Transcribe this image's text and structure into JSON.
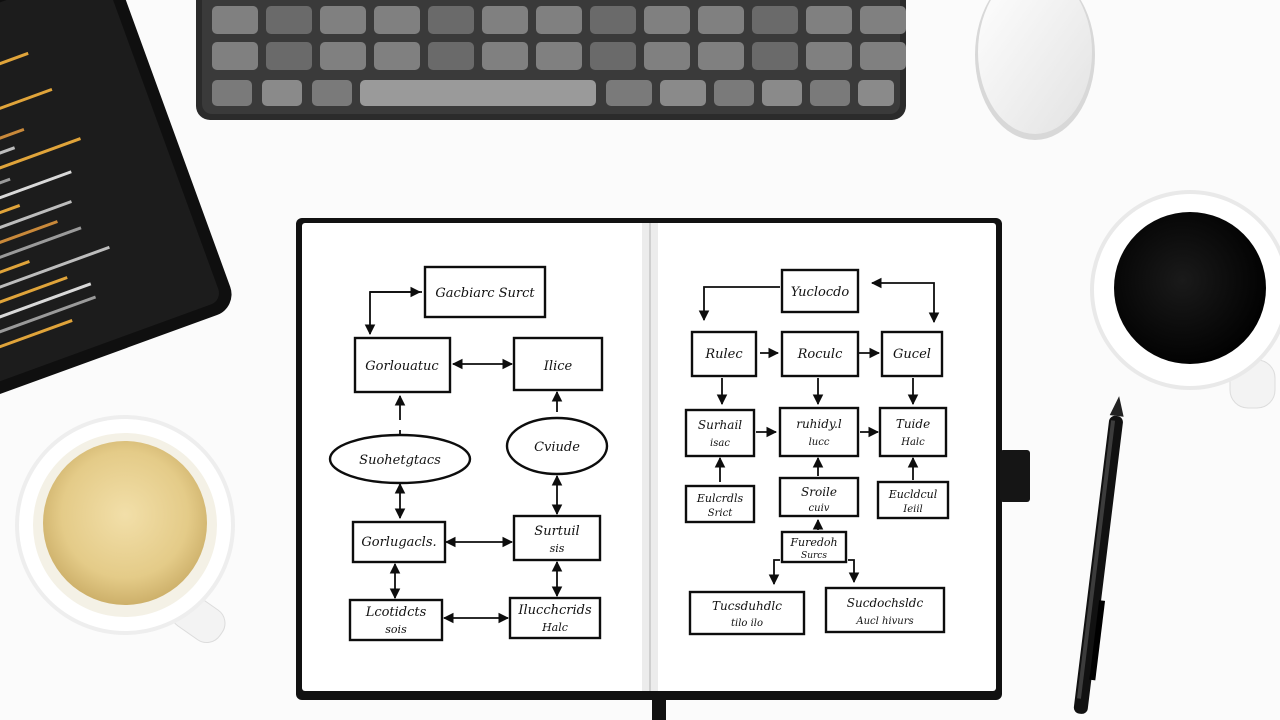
{
  "scene": {
    "description_items": [
      "tablet",
      "keyboard",
      "mouse",
      "notebook",
      "latte-cup",
      "coffee-cup",
      "pen"
    ],
    "colors": {
      "background": "#fbfbfb",
      "ink": "#0d0d0d",
      "tablet": "#161616",
      "keyboard": "#2b2b2b",
      "latte": "#e9d49a",
      "coffee": "#0a0a0a"
    }
  },
  "notebook": {
    "left_page": {
      "boxes": [
        {
          "id": "l-top",
          "text": "Gacbiarc Surct"
        },
        {
          "id": "l-r1-left",
          "text": "Gorlouatuc"
        },
        {
          "id": "l-r1-right",
          "text": "Ilice"
        },
        {
          "id": "l-oval-left",
          "text": "Suohetgtacs"
        },
        {
          "id": "l-oval-right",
          "text": "Cviude"
        },
        {
          "id": "l-r3-left",
          "text": "Gorlugacls."
        },
        {
          "id": "l-r3-right",
          "text": "Surtuil",
          "sub": "sis"
        },
        {
          "id": "l-r4-left",
          "text": "Lcotidcts",
          "sub": "sois"
        },
        {
          "id": "l-r4-right",
          "text": "Ilucchcrids",
          "sub": "Halc"
        }
      ]
    },
    "right_page": {
      "boxes": [
        {
          "id": "r-top",
          "text": "Yuclocdo"
        },
        {
          "id": "r-r1-a",
          "text": "Rulec"
        },
        {
          "id": "r-r1-b",
          "text": "Roculc"
        },
        {
          "id": "r-r1-c",
          "text": "Gucel"
        },
        {
          "id": "r-r2-a",
          "text": "Surhail",
          "sub": "isac"
        },
        {
          "id": "r-r2-b",
          "text": "ruhidy.l",
          "sub": "lucc"
        },
        {
          "id": "r-r2-c",
          "text": "Tuide",
          "sub": "Halc"
        },
        {
          "id": "r-r3-a",
          "text": "Eulcrdls",
          "sub": "Srict"
        },
        {
          "id": "r-r3-b",
          "text": "Sroile",
          "sub": "cuiv"
        },
        {
          "id": "r-r3-c",
          "text": "Eucldcul",
          "sub": "Ieiil"
        },
        {
          "id": "r-r4-mid",
          "text": "Furedoh",
          "sub": "Surcs"
        },
        {
          "id": "r-r5-a",
          "text": "Tucsduhdlc",
          "sub": "tilo ilo"
        },
        {
          "id": "r-r5-b",
          "text": "Sucdochsldc",
          "sub": "Aucl hivurs"
        }
      ]
    }
  }
}
